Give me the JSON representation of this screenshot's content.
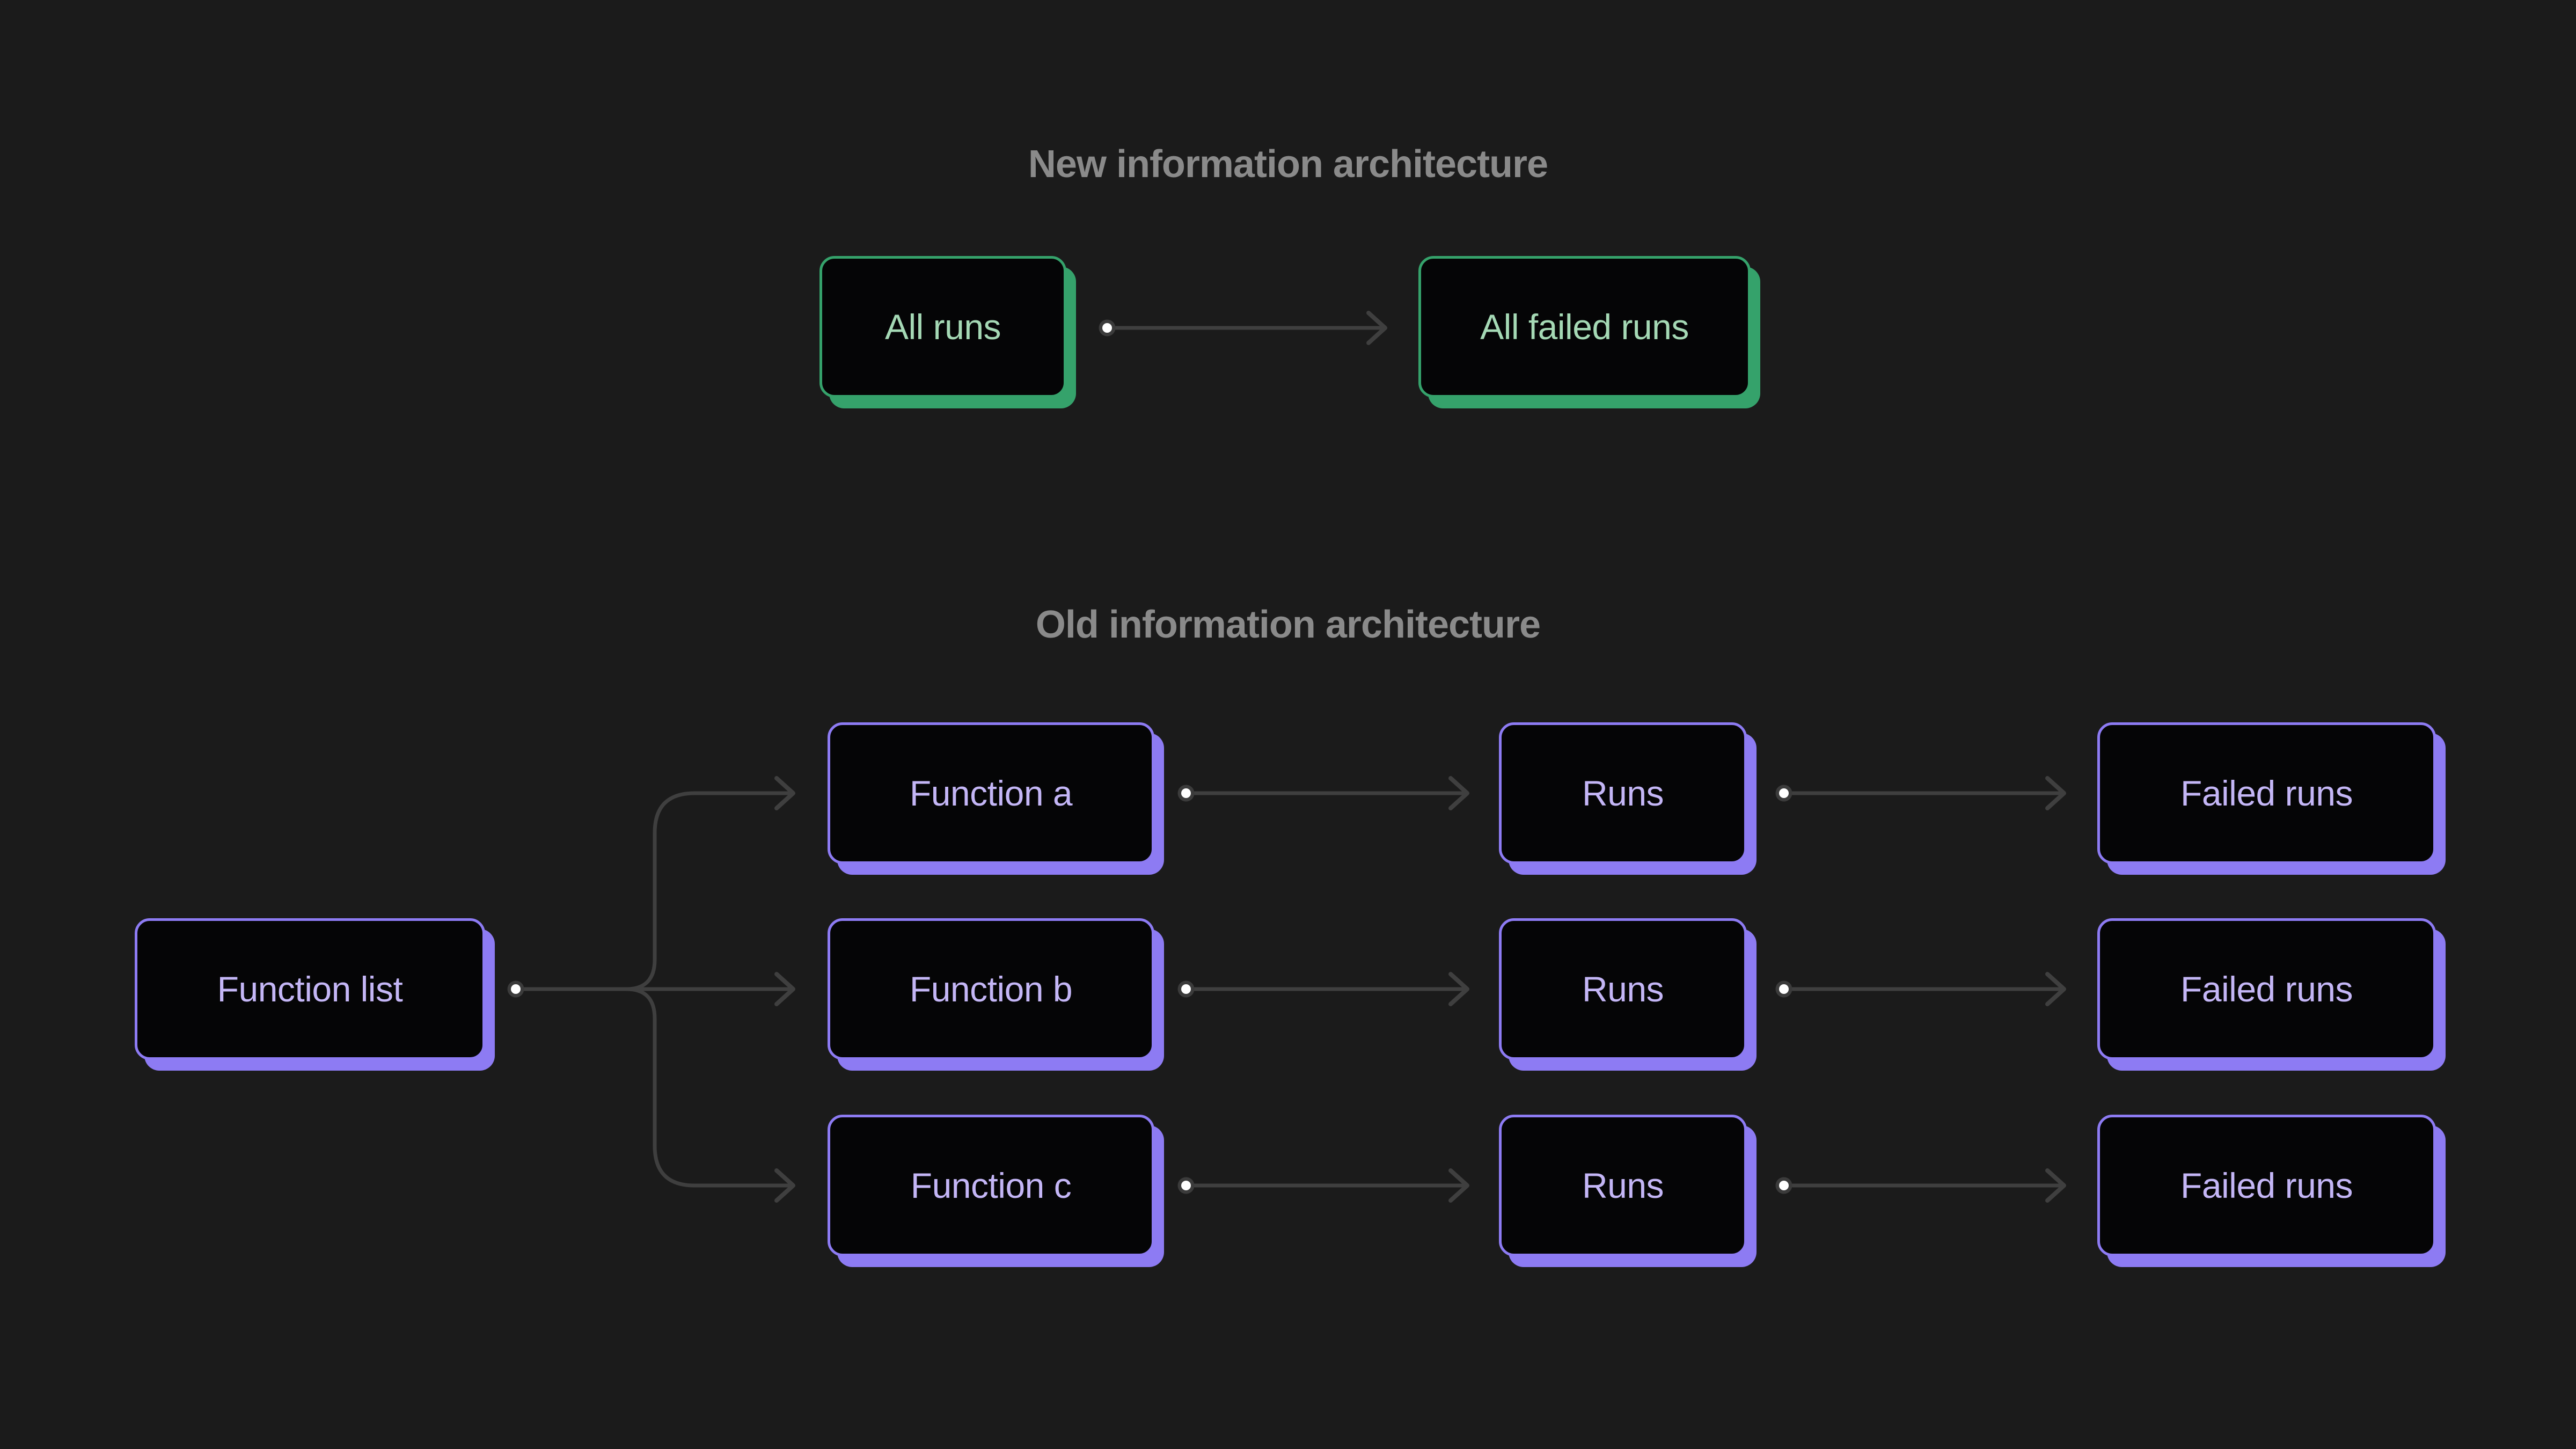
{
  "colors": {
    "background": "#1b1b1b",
    "node_fill": "#050506",
    "green_accent": "#35a26b",
    "green_text": "#a5d9b5",
    "purple_accent": "#8d7bf3",
    "purple_text": "#c4b6f6",
    "heading_text": "#8a8a8a",
    "connector": "#3f3f3f",
    "dot_ring": "#3b3b3b",
    "dot_fill": "#ffffff"
  },
  "sections": {
    "new": {
      "title": "New information architecture",
      "nodes": [
        {
          "id": "all-runs",
          "label": "All runs",
          "color": "green"
        },
        {
          "id": "all-failed-runs",
          "label": "All failed runs",
          "color": "green"
        }
      ],
      "edges": [
        {
          "from": "all-runs",
          "to": "all-failed-runs"
        }
      ]
    },
    "old": {
      "title": "Old information architecture",
      "nodes": [
        {
          "id": "function-list",
          "label": "Function list",
          "color": "purple"
        },
        {
          "id": "function-a",
          "label": "Function a",
          "color": "purple"
        },
        {
          "id": "function-b",
          "label": "Function b",
          "color": "purple"
        },
        {
          "id": "function-c",
          "label": "Function c",
          "color": "purple"
        },
        {
          "id": "runs-a",
          "label": "Runs",
          "color": "purple"
        },
        {
          "id": "runs-b",
          "label": "Runs",
          "color": "purple"
        },
        {
          "id": "runs-c",
          "label": "Runs",
          "color": "purple"
        },
        {
          "id": "failed-runs-a",
          "label": "Failed runs",
          "color": "purple"
        },
        {
          "id": "failed-runs-b",
          "label": "Failed runs",
          "color": "purple"
        },
        {
          "id": "failed-runs-c",
          "label": "Failed runs",
          "color": "purple"
        }
      ],
      "edges": [
        {
          "from": "function-list",
          "to": "function-a"
        },
        {
          "from": "function-list",
          "to": "function-b"
        },
        {
          "from": "function-list",
          "to": "function-c"
        },
        {
          "from": "function-a",
          "to": "runs-a"
        },
        {
          "from": "function-b",
          "to": "runs-b"
        },
        {
          "from": "function-c",
          "to": "runs-c"
        },
        {
          "from": "runs-a",
          "to": "failed-runs-a"
        },
        {
          "from": "runs-b",
          "to": "failed-runs-b"
        },
        {
          "from": "runs-c",
          "to": "failed-runs-c"
        }
      ]
    }
  }
}
